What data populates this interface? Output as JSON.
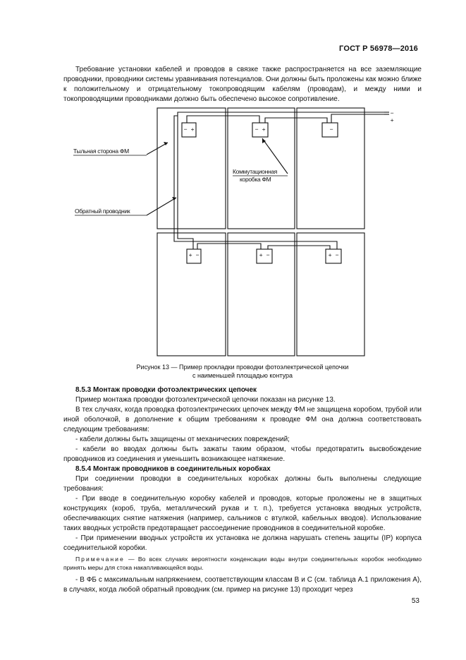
{
  "header": {
    "doc_code": "ГОСТ Р 56978—2016"
  },
  "intro_paragraph": "Требование установки кабелей и проводов в связке также распространяется на все заземляющие проводники, проводники системы уравнивания потенциалов. Они должны быть проложены как можно ближе к положительному и отрицательному токопроводящим кабелям (проводам), и между ними и токопроводящими проводниками должно быть обеспечено высокое сопротивление.",
  "figure": {
    "label_back_side": "Тыльная сторона ФМ",
    "label_junction_box_line1": "Коммутационная",
    "label_junction_box_line2": "коробка ФМ",
    "label_return_conductor": "Обратный проводник",
    "terminal_minus": "−",
    "terminal_plus": "+",
    "caption_line1": "Рисунок 13 — Пример прокладки проводки фотоэлектрической цепочки",
    "caption_line2": "с наименьшей площадью контура"
  },
  "section_853": {
    "title": "8.5.3 Монтаж проводки фотоэлектрических цепочек",
    "p1": "Пример монтажа проводки фотоэлектрической цепочки показан на рисунке 13.",
    "p2": "В тех случаях, когда проводка фотоэлектрических цепочек между ФМ не защищена коробом, трубой или иной оболочкой, в дополнение к общим требованиям к проводке ФМ она должна соответствовать следующим требованиям:",
    "item1": "- кабели должны быть защищены от механических повреждений;",
    "item2": "- кабели во вводах должны быть зажаты таким образом, чтобы предотвратить высвобождение проводников из соединения и уменьшить возникающее натяжение."
  },
  "section_854": {
    "title": "8.5.4 Монтаж проводников в соединительных коробках",
    "p1": "При соединении проводки в соединительных коробках должны быть выполнены следующие требования:",
    "item1": "- При вводе в соединительную коробку кабелей и проводов, которые проложены не в защитных конструкциях (короб, труба, металлический рукав и т. п.), требуется установка вводных устройств, обеспечивающих снятие натяжения (например, сальников с втулкой, кабельных вводов). Использование таких вводных устройств предотвращает рассоединение проводников в соединительной коробке.",
    "item2": "- При применении вводных устройств их установка не должна нарушать степень защиты (IP) корпуса соединительной коробки.",
    "note_label": "Примечание",
    "note_text": " — Во всех случаях вероятности конденсации воды внутри соединительных коробок необходимо принять меры для стока накапливающейся воды.",
    "item3": "- В ФБ с максимальным напряжением, соответствующим классам В и С (см. таблица А.1 приложения А), в случаях, когда любой обратный проводник (см. пример на рисунке 13) проходит через"
  },
  "footer": {
    "page_number": "53"
  }
}
